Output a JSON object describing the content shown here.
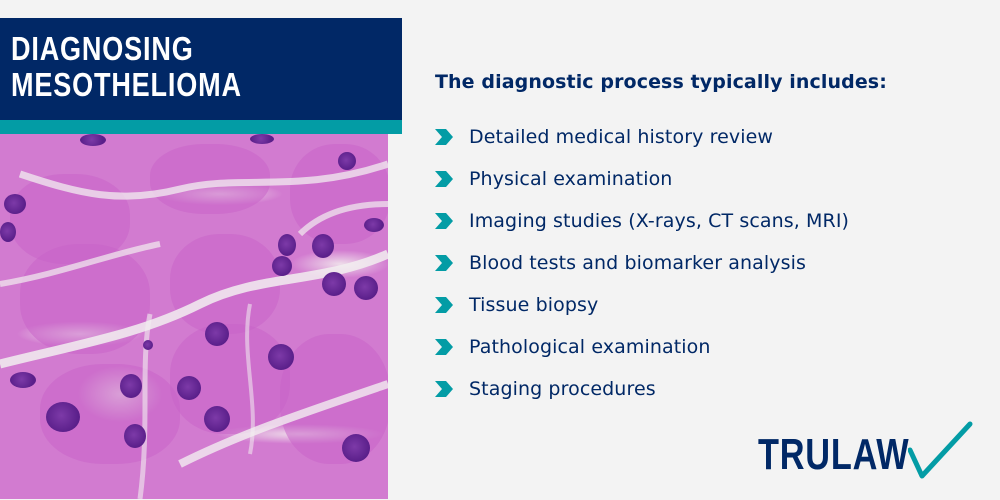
{
  "header": {
    "title_line1": "DIAGNOSING",
    "title_line2": "MESOTHELIOMA"
  },
  "colors": {
    "navy": "#012866",
    "teal": "#039ca5",
    "background": "#f3f3f3",
    "tissue_pink": "#d27bd0",
    "nucleus_purple": "#5a1f8a"
  },
  "image": {
    "alt": "Histology micrograph of mesothelioma tissue cells (pink-stained with purple nuclei)"
  },
  "list": {
    "heading": "The diagnostic process typically includes:",
    "bullet_icon": "chevron-right-icon",
    "items": [
      {
        "label": "Detailed medical history review"
      },
      {
        "label": "Physical examination"
      },
      {
        "label": "Imaging studies (X-rays, CT scans, MRI)"
      },
      {
        "label": "Blood tests and biomarker analysis"
      },
      {
        "label": "Tissue biopsy"
      },
      {
        "label": "Pathological examination"
      },
      {
        "label": "Staging procedures"
      }
    ]
  },
  "logo": {
    "text": "TRULAW",
    "icon": "checkmark-icon"
  }
}
